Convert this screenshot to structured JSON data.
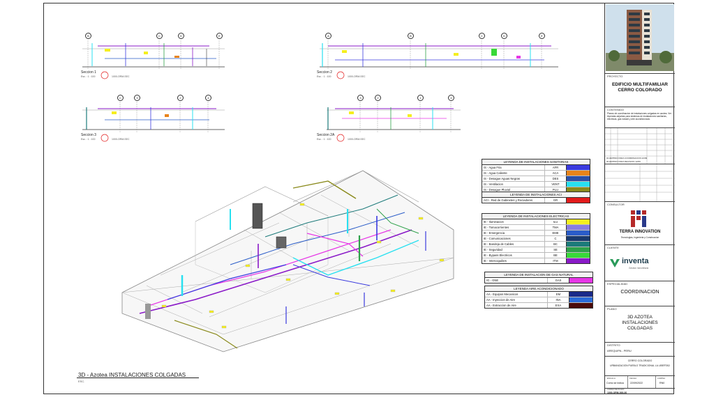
{
  "sections": [
    {
      "title": "Seccion 1",
      "sub": "Esc. : 1 : 100",
      "code": "1000-ORM-SEC",
      "bubbles": [
        "B",
        "C",
        "D",
        "E"
      ]
    },
    {
      "title": "Seccion 2",
      "sub": "Esc. : 1 : 100",
      "code": "1000-ORM-SEC",
      "bubbles": [
        "A",
        "B",
        "C",
        "D",
        "E"
      ]
    },
    {
      "title": "Seccion 3",
      "sub": "Esc. : 1 : 100",
      "code": "1000-ORM-SEC",
      "bubbles": [
        "C",
        "3",
        "2",
        "4"
      ]
    },
    {
      "title": "Seccion 2A",
      "sub": "Esc. : 1 : 100",
      "code": "1000-ORM-SEC",
      "bubbles": [
        "3",
        "2",
        "1",
        "4"
      ]
    }
  ],
  "view": {
    "title": "3D - Azotea INSTALACIONES COLGADAS",
    "sub": "ESC."
  },
  "legends": {
    "sanitarias": {
      "title": "LEYENDA DE INSTALACIONES SANITARIAS",
      "rows": [
        {
          "name": "IS - Agua Fria",
          "code": "AFR",
          "color": "#3a3adf"
        },
        {
          "name": "IS - Agua Caliente",
          "code": "ACA",
          "color": "#e8841a"
        },
        {
          "name": "IS - Desague Aguas Negras",
          "code": "DES",
          "color": "#2b50a8"
        },
        {
          "name": "IS - Ventilacion",
          "code": "VENT",
          "color": "#28e0f0"
        },
        {
          "name": "IS - Desague Pluvial",
          "code": "PLU",
          "color": "#8a8a1c"
        }
      ]
    },
    "aci": {
      "title": "LEYENDA DE INSTALACIONES ACI",
      "rows": [
        {
          "name": "ACI - Red de Gabinetes y Rociadores",
          "code": "GR",
          "color": "#e21b1b"
        }
      ]
    },
    "electricas": {
      "title": "LEYENDA DE INSTALACIONES ELECTRICAS",
      "rows": [
        {
          "name": "IE - Iluminacion",
          "code": "ILU",
          "color": "#f5ef1f"
        },
        {
          "name": "IE - Tomacorrientes",
          "code": "TMA",
          "color": "#8a7de0"
        },
        {
          "name": "IE - Emergencia",
          "code": "EME",
          "color": "#2a5cc8"
        },
        {
          "name": "IE - Comunicaciones",
          "code": "C",
          "color": "#1a3a6e"
        },
        {
          "name": "IE - Bandeja de Cables",
          "code": "BC",
          "color": "#1c7a7a"
        },
        {
          "name": "IE - Seguridad",
          "code": "SE",
          "color": "#2ea14a"
        },
        {
          "name": "IE - Bypass Electricos",
          "code": "BE",
          "color": "#38d838"
        },
        {
          "name": "IE - Intercoguibes",
          "code": "ITM",
          "color": "#8a1ac8"
        }
      ]
    },
    "gas": {
      "title": "LEYENDA DE INSTALACION DE GAS NATURAL",
      "rows": [
        {
          "name": "IG - GNE",
          "code": "GAS",
          "color": "#e636e6"
        }
      ]
    },
    "aire": {
      "title": "LEYENDA AIRE ACONDICIONADO",
      "rows": [
        {
          "name": "AA - Equipos Mecanicos",
          "code": "EM",
          "color": "#1a2a8a"
        },
        {
          "name": "AA - Inyeccion de Aire",
          "code": "INA",
          "color": "#2a6ad8"
        },
        {
          "name": "AA - Extraccion de Aire",
          "code": "EXA",
          "color": "#4a0a0a"
        }
      ]
    }
  },
  "title_block": {
    "proyecto_label": "PROYECTO",
    "project_name": "EDIFICIO MULTIFAMILIAR CERRO COLORADO",
    "contenido_label": "CONTENIDO",
    "contenido_text": "Planos de coordinacion de instalaciones colgadas en azotea. Ver leyendas adjuntas para sistemas de instalaciones sanitarias, electricas, gas natural y aire acondicionado.",
    "consultor_label": "CONSULTOR",
    "company1": "TERRA INNOVATION",
    "company1_tag": "Tecnologias, Ingenieria y Construccion",
    "cliente_label": "CLIENTE",
    "company2": "inventa",
    "company2_tag": "Gestion Inmobiliaria",
    "especialidad_label": "ESPECIALIDAD",
    "especialidad": "COORDINACION",
    "plano_label": "PLANO",
    "plano_title": "3D AZOTEA INSTALACIONES COLGADAS",
    "distrito_label": "DISTRITO",
    "distrito": "AREQUIPA - PERU",
    "direccion": "CERRO COLORADO",
    "urbanizacion": "URBANIZACION PUEBLO TRADICIONAL LA LIBERTAD",
    "escala_label": "ESCALA",
    "escala": "Como se indica",
    "fecha_label": "FECHA",
    "fecha": "22/09/2022",
    "lamina_label": "LAMINA",
    "lamina": "RN0",
    "codigo_label": "CODIGO DE PLANO",
    "codigo": "1000-ORM-000-00",
    "rev_rows": [
      {
        "n": "01",
        "desc": "EMITIDO PARA COORDINACION",
        "fecha": "22/09"
      },
      {
        "n": "00",
        "desc": "EMITIDO PARA REVISION",
        "fecha": "12/09"
      }
    ]
  }
}
